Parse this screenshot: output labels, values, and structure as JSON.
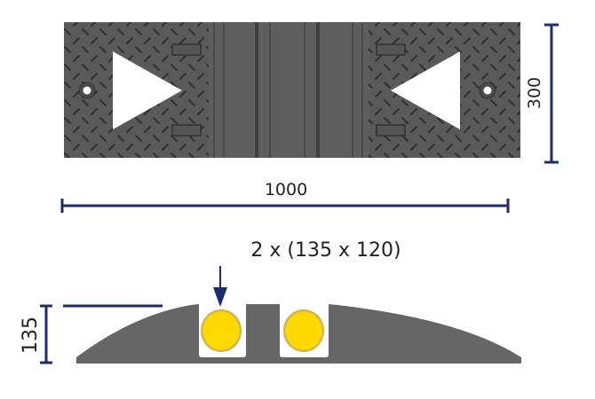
{
  "top_view": {
    "width_label": "1000",
    "height_label": "300"
  },
  "side_view": {
    "height_label": "135",
    "channel_label": "2 x (135 x 120)"
  },
  "colors": {
    "dimension": "#1f2b6e",
    "body": "#5f5f5f",
    "cable": "#ffd900",
    "marker": "#ffffff"
  }
}
